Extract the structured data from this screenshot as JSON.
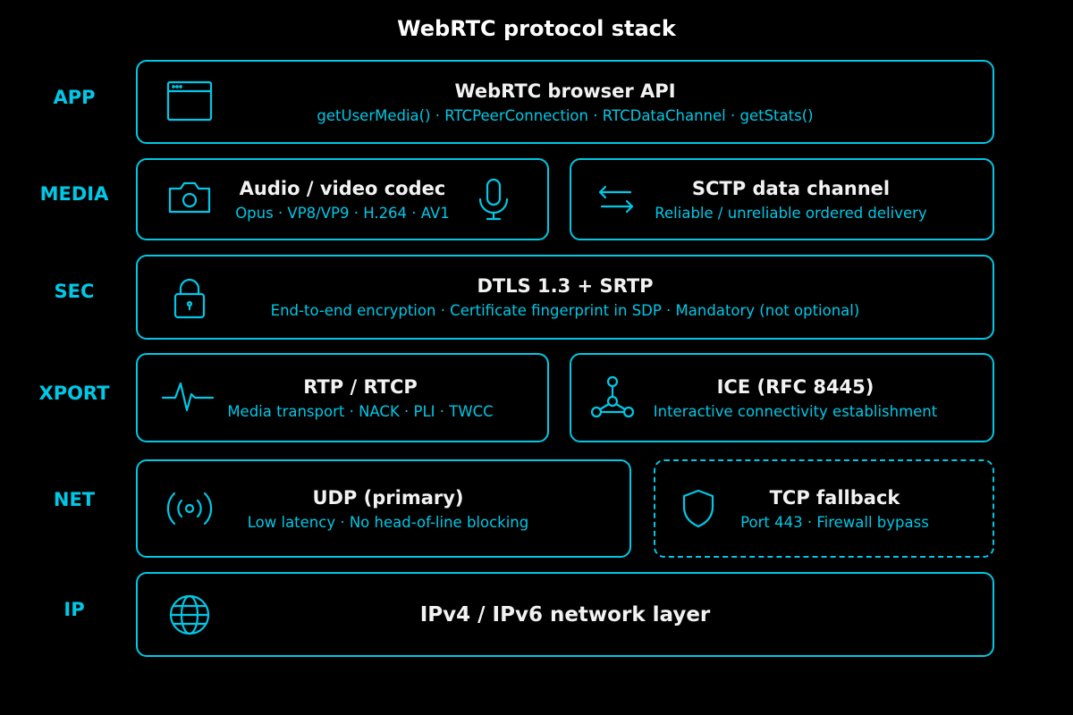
{
  "title": "WebRTC protocol stack",
  "layers": {
    "app": "APP",
    "media": "MEDIA",
    "sec": "SEC",
    "xport": "XPORT",
    "net": "NET",
    "ip": "IP"
  },
  "boxes": {
    "api": {
      "title": "WebRTC browser API",
      "subtitle": "getUserMedia() · RTCPeerConnection · RTCDataChannel · getStats()",
      "icon": "browser-window-icon"
    },
    "codec": {
      "title": "Audio / video codec",
      "subtitle": "Opus · VP8/VP9 · H.264 · AV1",
      "icon": "camera-icon"
    },
    "sctp": {
      "title": "SCTP data channel",
      "subtitle": "Reliable / unreliable ordered delivery",
      "icon": "arrows-exchange-icon"
    },
    "dtls": {
      "title": "DTLS 1.3 + SRTP",
      "subtitle": "End-to-end encryption · Certificate fingerprint in SDP · Mandatory (not optional)",
      "icon": "lock-icon"
    },
    "rtp": {
      "title": "RTP / RTCP",
      "subtitle": "Media transport · NACK · PLI · TWCC",
      "icon": "pulse-icon"
    },
    "ice": {
      "title": "ICE (RFC 8445)",
      "subtitle": "Interactive connectivity establishment",
      "icon": "network-nodes-icon"
    },
    "udp": {
      "title": "UDP (primary)",
      "subtitle": "Low latency · No head-of-line blocking",
      "icon": "broadcast-icon"
    },
    "tcp": {
      "title": "TCP fallback",
      "subtitle": "Port 443 · Firewall bypass",
      "icon": "shield-icon"
    },
    "ip": {
      "title": "IPv4 / IPv6 network layer",
      "icon": "globe-icon"
    }
  },
  "colors": {
    "accent": "#00c8e6",
    "background": "#000000",
    "text": "#f2f2f2"
  }
}
